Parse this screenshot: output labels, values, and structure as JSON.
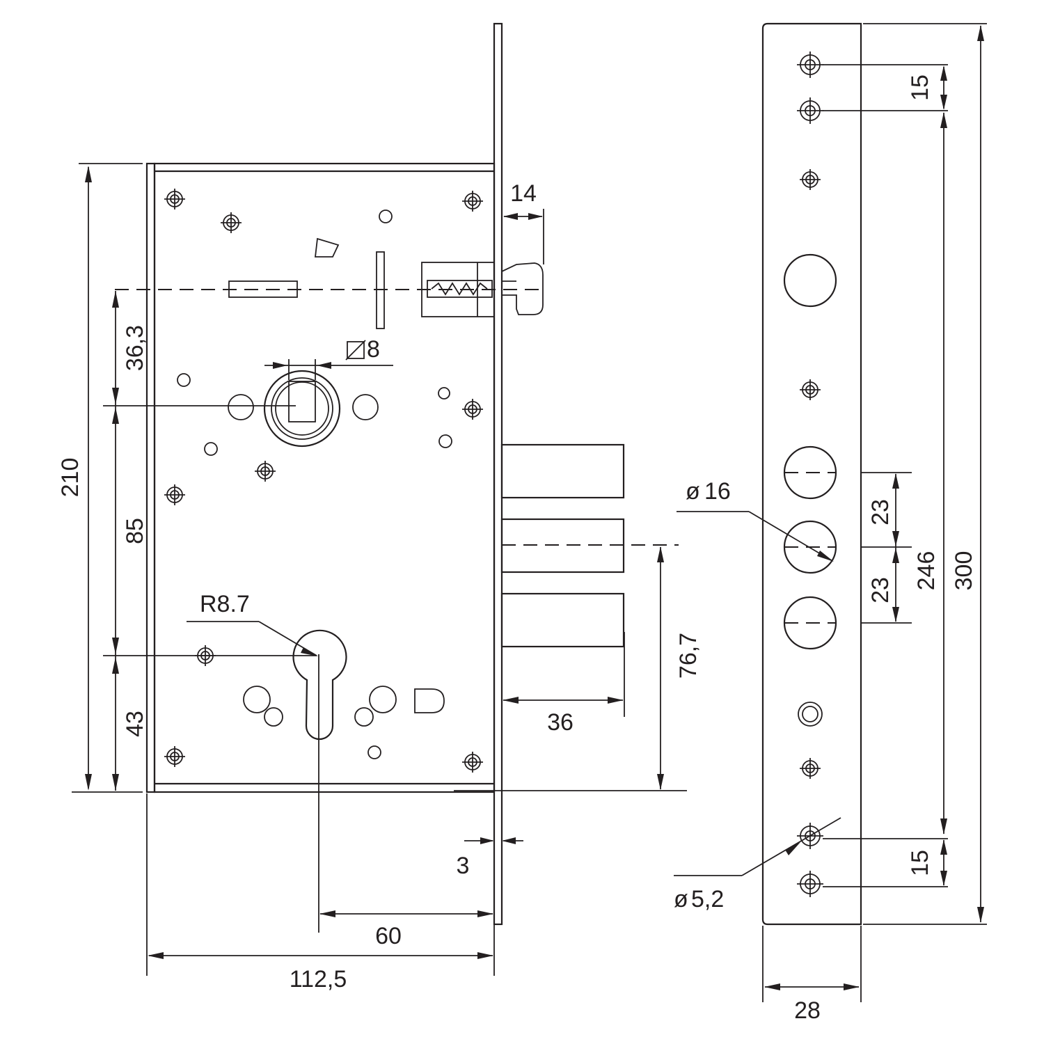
{
  "dimensions": {
    "total_height": "210",
    "upper_offset": "36,3",
    "middle_offset": "85",
    "lower_offset": "43",
    "square_spindle": "8",
    "latch_projection": "14",
    "cylinder_radius": "R8.7",
    "bolt_throw": "36",
    "bolt_height": "76,7",
    "faceplate_thickness": "3",
    "backset": "60",
    "body_width": "112,5",
    "bolt_diameter": "16",
    "bolt_spacing_top": "23",
    "bolt_spacing_bottom": "23",
    "screw_spacing_top": "15",
    "screw_spacing_bottom": "15",
    "screw_hole_distance": "246",
    "strike_length": "300",
    "screw_hole_diameter": "5,2",
    "strike_width": "28"
  },
  "symbols": {
    "diameter": "ø",
    "square": "□"
  },
  "line_color": "#231f20",
  "background_color": "#ffffff"
}
